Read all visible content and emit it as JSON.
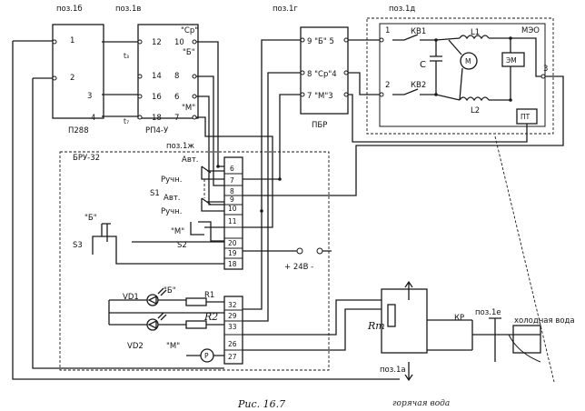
{
  "positions": {
    "p1b": "поз.1б",
    "p1v": "поз.1в",
    "p1g": "поз.1г",
    "p1d": "поз.1д",
    "p1zh": "поз.1ж",
    "p1a": "поз.1а",
    "p1e": "поз.1е"
  },
  "p288": {
    "name": "П288",
    "pins": [
      "1",
      "2",
      "3",
      "4"
    ]
  },
  "rp4": {
    "name": "РП4-У",
    "t3": "t₃",
    "t7": "t₇",
    "left_pins": [
      "12",
      "14",
      "16",
      "18"
    ],
    "right_pins": [
      "10",
      "8",
      "6",
      "7"
    ],
    "right_labels": [
      "\"Ср\"",
      "\"Б\"",
      "\"М\""
    ]
  },
  "pbr": {
    "name": "ПБР",
    "rows": [
      "9 \"Б\" 5",
      "8 \"Ср\"4",
      "7 \"М\"3"
    ]
  },
  "meo": {
    "name": "МЭО",
    "kv1": "КВ1",
    "kv2": "КВ2",
    "l1": "L1",
    "l2": "L2",
    "c": "C",
    "motor": "М",
    "em": "ЭМ",
    "terms": [
      "1",
      "2",
      "3"
    ],
    "pt": "ПТ"
  },
  "bru": {
    "name": "БРУ-32",
    "avt1": "Авт.",
    "ruch1": "Ручн.",
    "s1": "S1",
    "avt2": "Авт.",
    "ruch2": "Ручн.",
    "s3_label": "\"Б\"",
    "s3": "S3",
    "s2_label": "\"М\"",
    "s2": "S2",
    "vd1": "VD1",
    "vd1_tag": "\"Б\"",
    "vd2": "VD2",
    "vd2_tag": "\"М\"",
    "r1": "R1",
    "r2": "R2",
    "p": "Р",
    "terminals": [
      "6",
      "7",
      "8",
      "9",
      "10",
      "11",
      "20",
      "19",
      "18"
    ],
    "terminals_low": [
      "32",
      "29",
      "33",
      "26",
      "27"
    ],
    "supply": "+ 24В -"
  },
  "process": {
    "rt": "Rт",
    "kr": "КР",
    "cold": "холодная вода",
    "hot": "горячая вода"
  },
  "caption": "Рис. 16.7"
}
